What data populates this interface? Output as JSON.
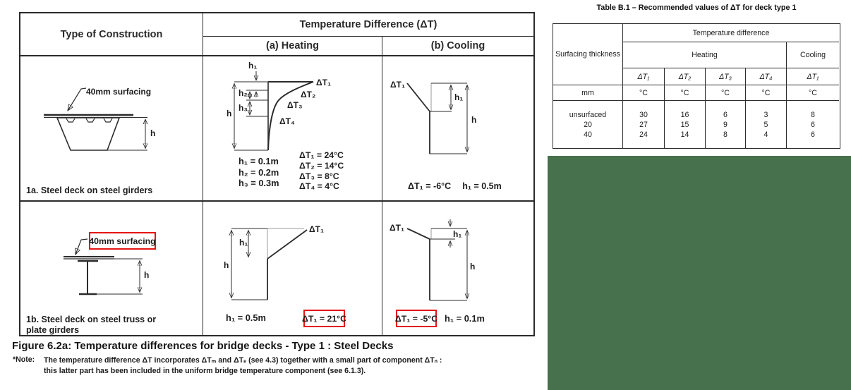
{
  "colors": {
    "highlight-red": "#e51414",
    "green-block": "#47704d",
    "line": "#2b2b2b"
  },
  "figure": {
    "header": {
      "construction": "Type of Construction",
      "temp_diff": "Temperature Difference (ΔT)",
      "heating": "(a) Heating",
      "cooling": "(b) Cooling"
    },
    "rows": [
      {
        "caption": "1a. Steel deck on steel girders",
        "surfacing_label": "40mm surfacing",
        "h_label": "h",
        "heating": {
          "dt1": "ΔT₁",
          "dt2": "ΔT₂",
          "dt3": "ΔT₃",
          "dt4": "ΔT₄",
          "h1": "h₁",
          "h2": "h₂",
          "h3": "h₃",
          "h": "h",
          "h_values": [
            "h₁ = 0.1m",
            "h₂ = 0.2m",
            "h₃ = 0.3m"
          ],
          "dt_values": [
            "ΔT₁ = 24°C",
            "ΔT₂ = 14°C",
            "ΔT₃ = 8°C",
            "ΔT₄ = 4°C"
          ]
        },
        "cooling": {
          "dt1": "ΔT₁",
          "h1": "h₁",
          "h": "h",
          "dt_value": "ΔT₁ = -6°C",
          "h1_value": "h₁ = 0.5m"
        }
      },
      {
        "caption_line1": "1b. Steel deck on steel truss or",
        "caption_line2": "plate girders",
        "surfacing_label": "40mm surfacing",
        "h_label": "h",
        "heating": {
          "dt1": "ΔT₁",
          "h1": "h₁",
          "h": "h",
          "h1_value": "h₁ = 0.5m",
          "dt_value": "ΔT₁ = 21°C"
        },
        "cooling": {
          "dt1": "ΔT₁",
          "h1": "h₁",
          "h": "h",
          "dt_value": "ΔT₁ = -5°C",
          "h1_value": "h₁ = 0.1m"
        }
      }
    ],
    "caption": "Figure 6.2a: Temperature differences for bridge decks - Type 1 : Steel Decks",
    "note": {
      "label": "*Note:",
      "line1": "The temperature difference ΔT incorporates ΔTₘ and ΔTₑ (see 4.3) together with a small part of component ΔTₙ :",
      "line2": "this latter part has been included in the uniform bridge temperature component (see 6.1.3)."
    }
  },
  "tableB1": {
    "title": "Table B.1 – Recommended values of ΔT for deck type 1",
    "header": {
      "col1": "Surfacing thickness",
      "temp_diff": "Temperature difference",
      "heating": "Heating",
      "cooling": "Cooling",
      "dt_h1": "ΔT₁",
      "dt_h2": "ΔT₂",
      "dt_h3": "ΔT₃",
      "dt_h4": "ΔT₄",
      "dt_c1": "ΔT₁"
    },
    "units": {
      "col1": "mm",
      "temp": "°C"
    },
    "data": {
      "thickness": [
        "unsurfaced",
        "20",
        "40"
      ],
      "dt1": [
        "30",
        "27",
        "24"
      ],
      "dt2": [
        "16",
        "15",
        "14"
      ],
      "dt3": [
        "6",
        "9",
        "8"
      ],
      "dt4": [
        "3",
        "5",
        "4"
      ],
      "cooling_dt1": [
        "8",
        "6",
        "6"
      ]
    }
  }
}
